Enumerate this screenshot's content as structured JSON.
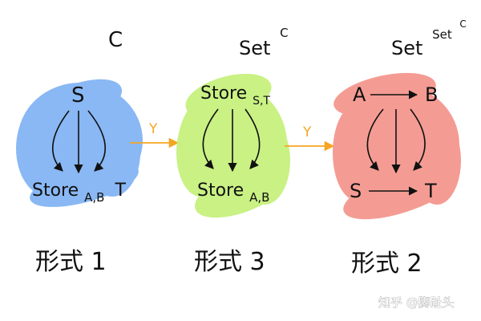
{
  "panels": [
    {
      "category": "C",
      "category_sup": "",
      "category_sup2": "",
      "top_main": "S",
      "top_sub": "",
      "top_right": "",
      "top_right_sub": "",
      "bottom_main": "Store",
      "bottom_sub": "A,B",
      "bottom_right": "T",
      "bottom_right_sub": "",
      "caption": "形式 1",
      "blob_color": "#7fb2f4"
    },
    {
      "category": "Set",
      "category_sup": "C",
      "category_sup2": "",
      "top_main": "Store",
      "top_sub": "S,T",
      "top_right": "",
      "top_right_sub": "",
      "bottom_main": "Store",
      "bottom_sub": "A,B",
      "bottom_right": "",
      "bottom_right_sub": "",
      "caption": "形式 3",
      "blob_color": "#c5f07a"
    },
    {
      "category": "Set",
      "category_sup": "Set",
      "category_sup2": "C",
      "top_main": "A",
      "top_sub": "",
      "top_right": "B",
      "top_right_sub": "",
      "bottom_main": "S",
      "bottom_sub": "",
      "bottom_right": "T",
      "bottom_right_sub": "",
      "caption": "形式 2",
      "blob_color": "#f4948a"
    }
  ],
  "functor_labels": [
    "Y",
    "Y"
  ],
  "functor_arrow_color": "#f5a623",
  "watermark": "知乎 @脚趾头"
}
